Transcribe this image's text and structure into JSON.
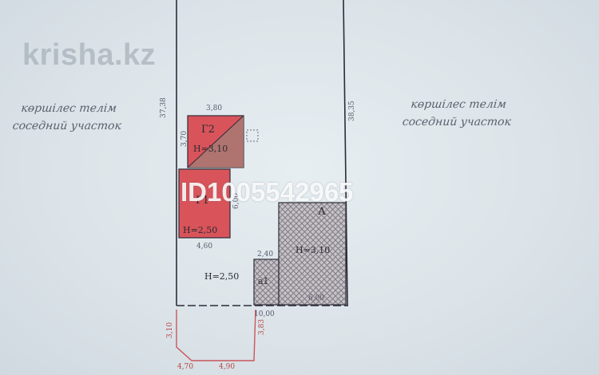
{
  "watermark": "krisha.kz",
  "listing_id": "ID1005542965",
  "neighbors": {
    "left": {
      "line1": "көршілес телім",
      "line2": "соседний участок"
    },
    "right": {
      "line1": "көршілес телім",
      "line2": "соседний участок"
    }
  },
  "buildings": {
    "g2": {
      "code": "Г2",
      "height": "Н=3,10"
    },
    "g1": {
      "code": "Г1",
      "height": "Н=2,50"
    },
    "a": {
      "code": "А",
      "height": "Н=3,10"
    },
    "a1": {
      "code": "а1",
      "height": "Н=2,50"
    }
  },
  "dimensions": {
    "g2_top": "3,80",
    "g2_side": "3,70",
    "g1_bottom": "4,60",
    "g1_side": "6,00",
    "a1_top": "2,40",
    "a_bottom": "6,00",
    "lot_bottom": "10,00",
    "left_edge": "37,38",
    "right_edge": "38,35",
    "ext_left": "3,10",
    "ext_right": "3,83",
    "ext_bottom_a": "4,70",
    "ext_bottom_b": "4,90"
  },
  "colors": {
    "paper": "#dbe4ea",
    "garage_fill": "#d9545a",
    "hatch": "#7a7a86"
  }
}
